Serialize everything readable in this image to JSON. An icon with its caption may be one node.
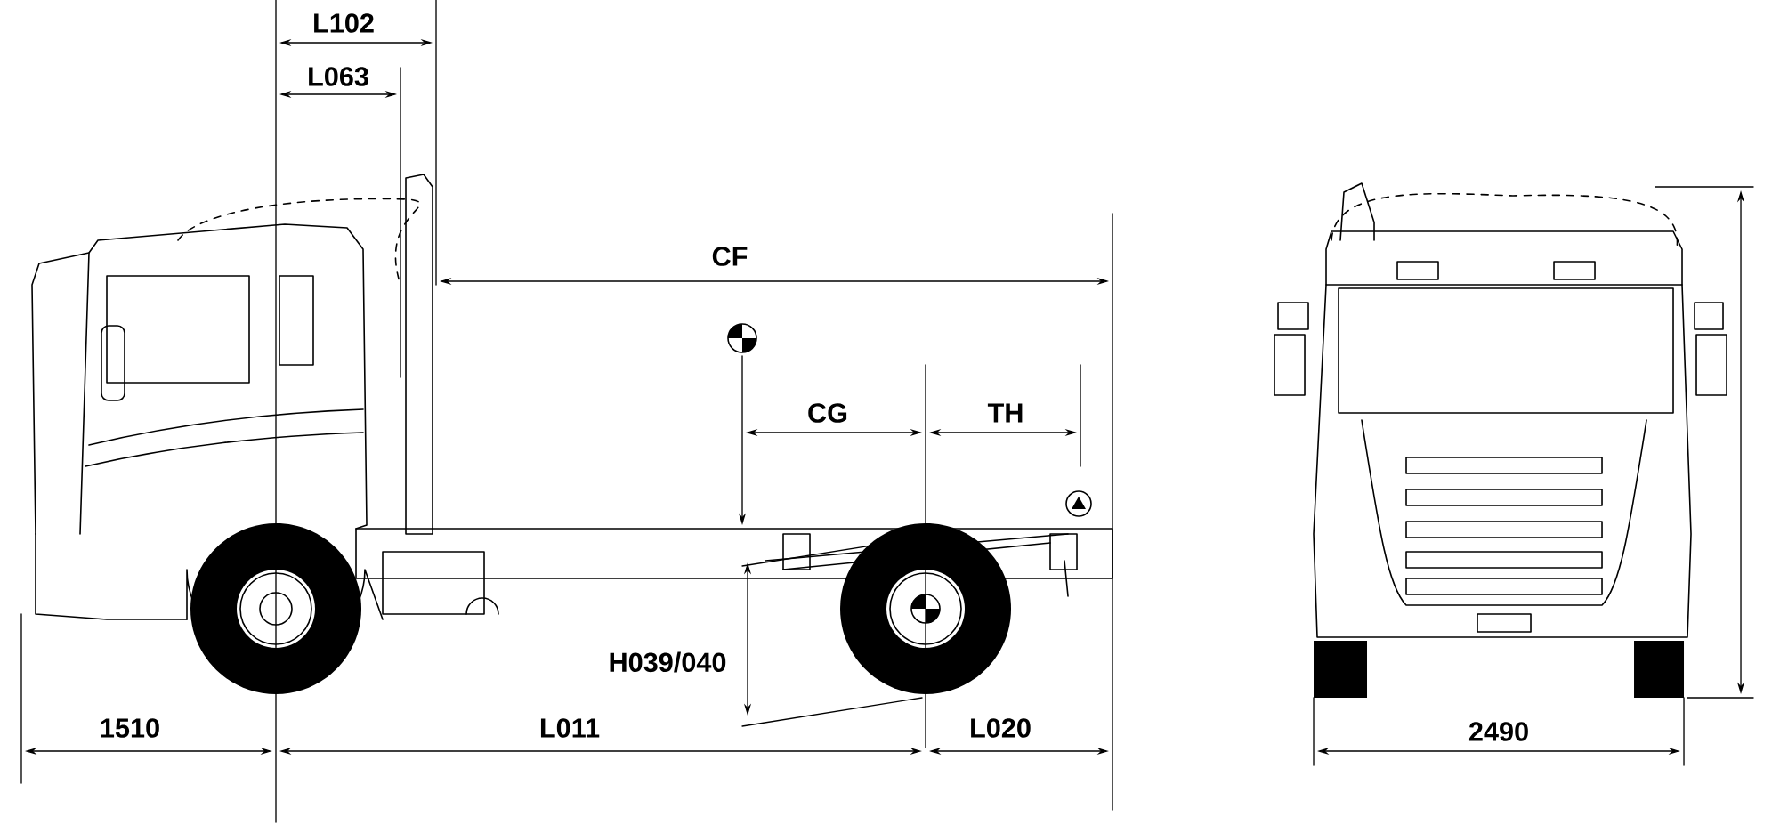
{
  "diagram": {
    "labels": [
      "L102",
      "L063",
      "CF",
      "CG",
      "TH",
      "H039/040",
      "1510",
      "L011",
      "L020",
      "2490"
    ]
  }
}
